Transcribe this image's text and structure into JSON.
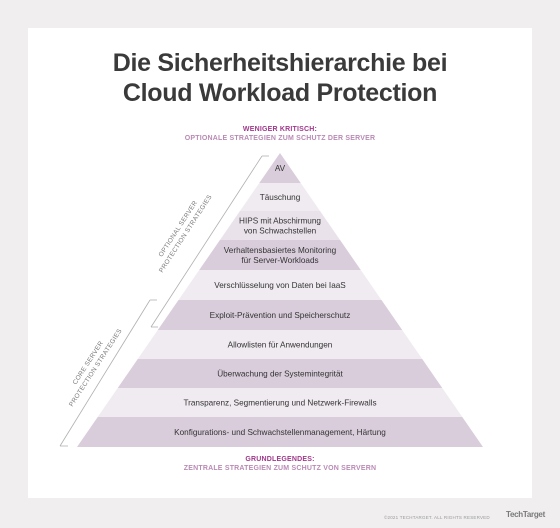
{
  "title": {
    "line1": "Die Sicherheitshierarchie bei",
    "line2": "Cloud Workload Protection"
  },
  "top_note": {
    "heading": "WENIGER KRITISCH:",
    "sub": "OPTIONALE STRATEGIEN ZUM SCHUTZ DER SERVER"
  },
  "bottom_note": {
    "heading": "GRUNDLEGENDES:",
    "sub": "ZENTRALE STRATEGIEN ZUM SCHUTZ VON SERVERN"
  },
  "side_labels": {
    "optional": [
      "OPTIONAL SERVER",
      "PROTECTION STRATEGIES"
    ],
    "core": [
      "CORE SERVER",
      "PROTECTION STRATEGIES"
    ]
  },
  "levels": [
    {
      "lines": [
        "AV"
      ],
      "shade": "dark"
    },
    {
      "lines": [
        "Täuschung"
      ],
      "shade": "light"
    },
    {
      "lines": [
        "HIPS mit Abschirmung",
        "von Schwachstellen"
      ],
      "shade": "light2"
    },
    {
      "lines": [
        "Verhaltensbasiertes Monitoring",
        "für Server-Workloads"
      ],
      "shade": "dark"
    },
    {
      "lines": [
        "Verschlüsselung von Daten bei IaaS"
      ],
      "shade": "light"
    },
    {
      "lines": [
        "Exploit-Prävention und Speicherschutz"
      ],
      "shade": "dark"
    },
    {
      "lines": [
        "Allowlisten für Anwendungen"
      ],
      "shade": "light"
    },
    {
      "lines": [
        "Überwachung der Systemintegrität"
      ],
      "shade": "dark"
    },
    {
      "lines": [
        "Transparenz, Segmentierung und Netzwerk-Firewalls"
      ],
      "shade": "light"
    },
    {
      "lines": [
        "Konfigurations- und Schwachstellenmanagement, Härtung"
      ],
      "shade": "dark"
    }
  ],
  "colors": {
    "dark": "#d9cddc",
    "light": "#f0ebf1",
    "light2": "#e9e2eb",
    "accent": "#a0378a",
    "accent_light": "#b98ab4"
  },
  "footer": "©2021 TECHTARGET. ALL RIGHTS RESERVED",
  "brand": "TechTarget"
}
